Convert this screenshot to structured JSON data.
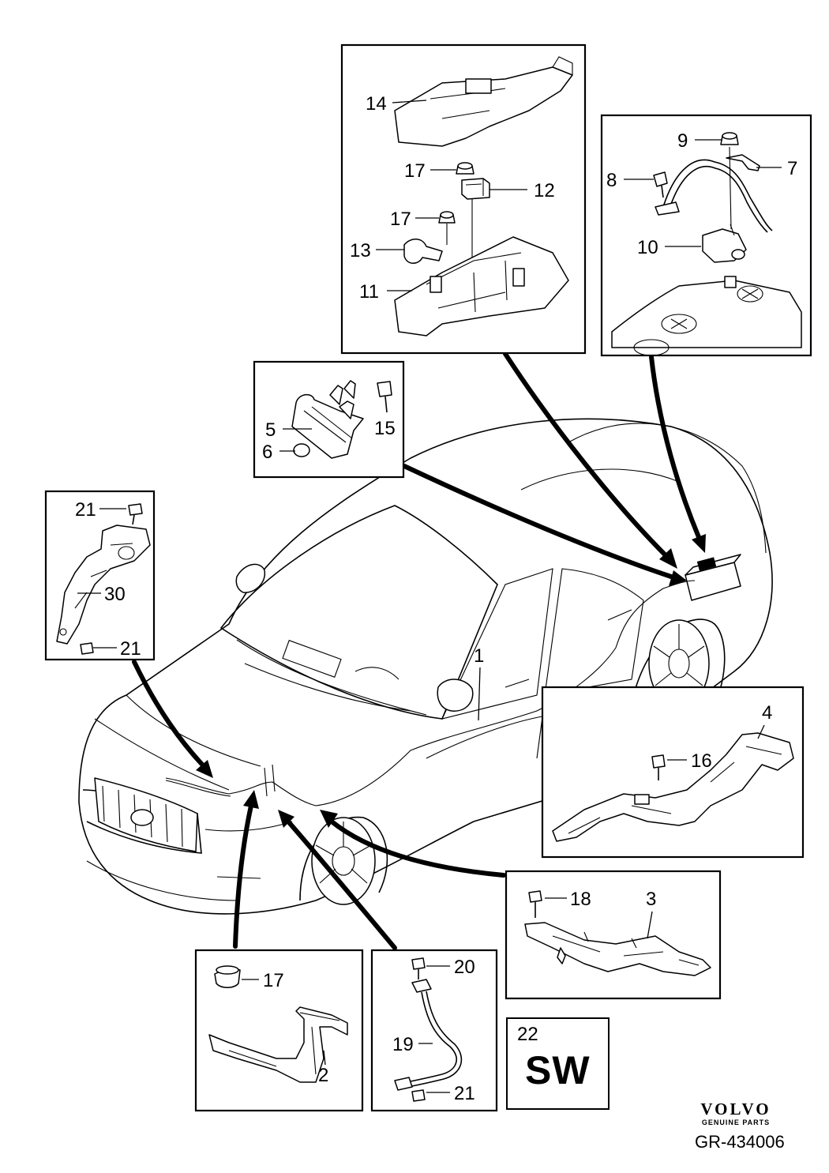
{
  "diagram": {
    "labels": {
      "p1": "1",
      "p2": "2",
      "p3": "3",
      "p4": "4",
      "p5": "5",
      "p6": "6",
      "p7": "7",
      "p8": "8",
      "p9": "9",
      "p10": "10",
      "p11": "11",
      "p12": "12",
      "p13": "13",
      "p14": "14",
      "p15": "15",
      "p16": "16",
      "p17a": "17",
      "p17b": "17",
      "p17c": "17",
      "p18": "18",
      "p19": "19",
      "p20": "20",
      "p21a": "21",
      "p21b": "21",
      "p21c": "21",
      "p22": "22",
      "p30": "30"
    },
    "sw_code": "SW"
  },
  "logo": {
    "brand": "VOLVO",
    "tagline": "GENUINE PARTS"
  },
  "reference": "GR-434006"
}
